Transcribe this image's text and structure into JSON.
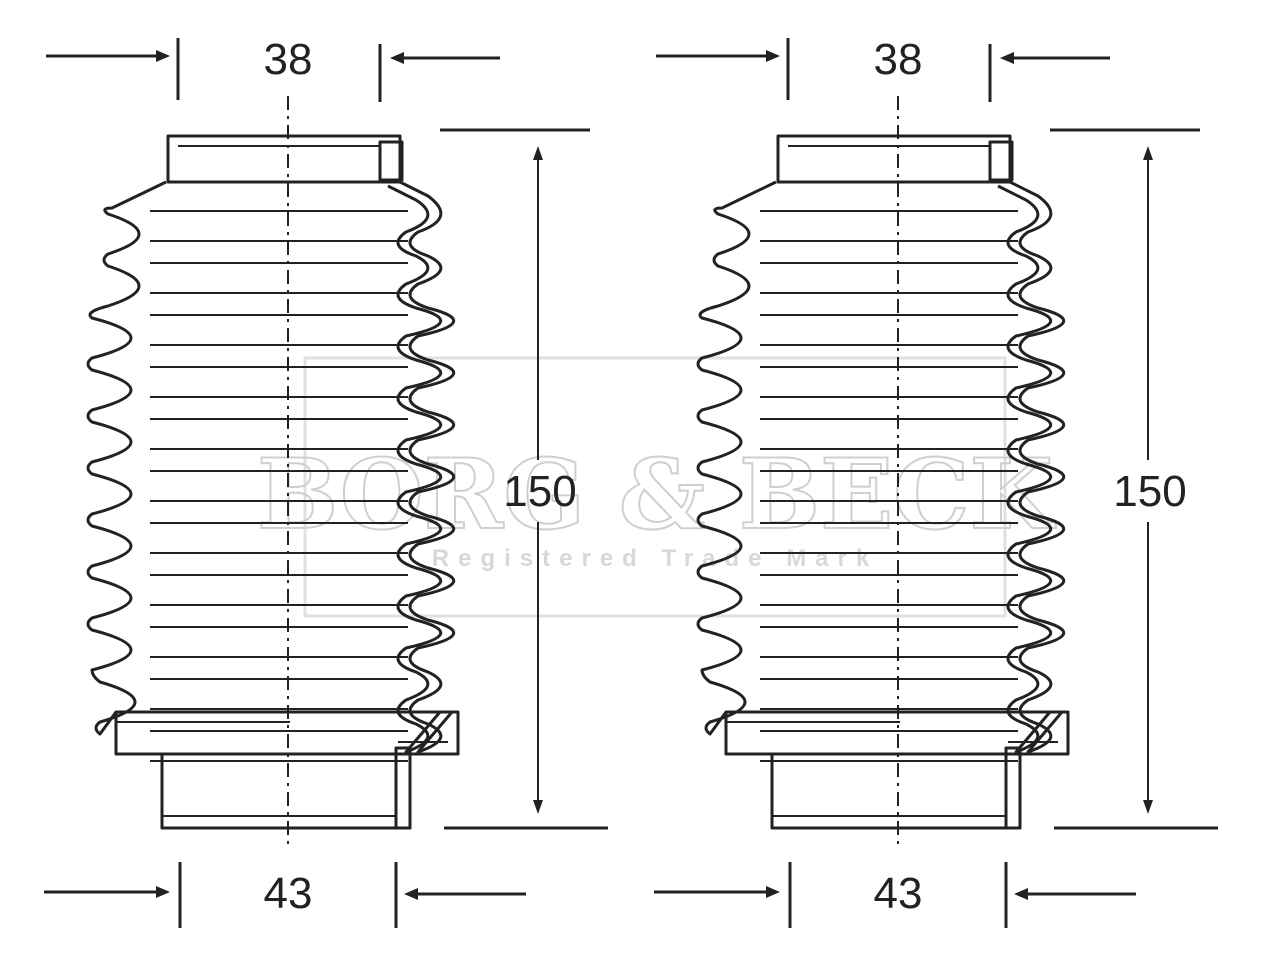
{
  "watermark": {
    "brand": "BORG & BECK",
    "subtitle": "Registered Trade Mark",
    "color": "#cfcfcf"
  },
  "boots": [
    {
      "name": "left-boot",
      "top_diameter": "38",
      "bottom_diameter": "43",
      "length": "150"
    },
    {
      "name": "right-boot",
      "top_diameter": "38",
      "bottom_diameter": "43",
      "length": "150"
    }
  ],
  "colors": {
    "line": "#222222",
    "background": "#ffffff"
  }
}
